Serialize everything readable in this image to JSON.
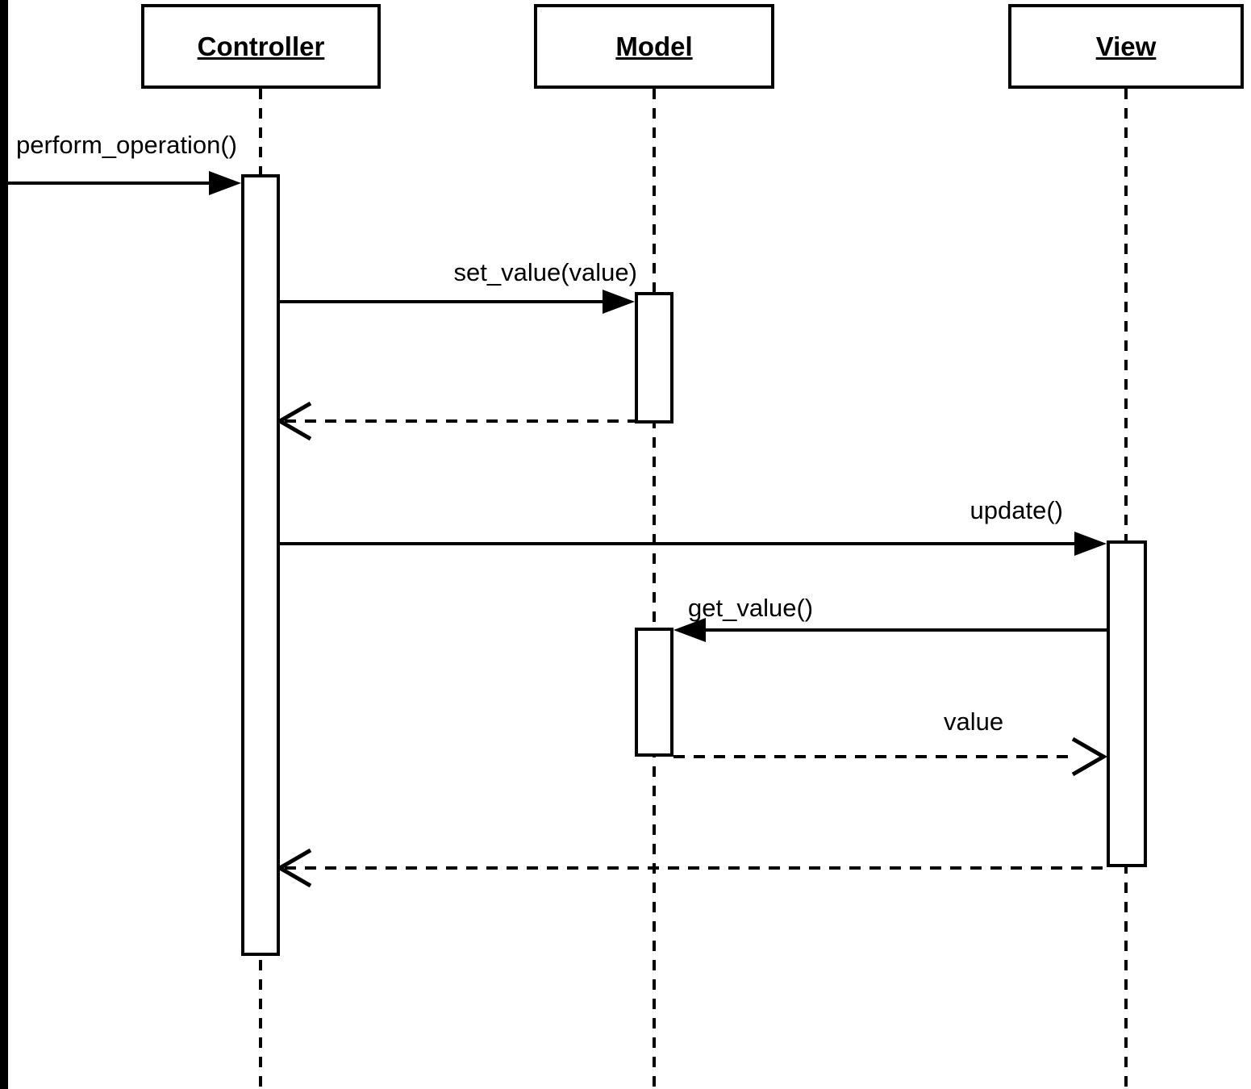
{
  "diagram": {
    "type": "uml-sequence-diagram",
    "background_color": "#ffffff",
    "stroke_color": "#000000",
    "participants": [
      {
        "id": "controller",
        "label": "Controller"
      },
      {
        "id": "model",
        "label": "Model"
      },
      {
        "id": "view",
        "label": "View"
      }
    ],
    "activations": [
      {
        "participant": "controller",
        "note": "spans perform_operation handling"
      },
      {
        "participant": "model",
        "note": "spans set_value(value)"
      },
      {
        "participant": "model",
        "note": "spans get_value()"
      },
      {
        "participant": "view",
        "note": "spans update()"
      }
    ],
    "messages": [
      {
        "label": "perform_operation()",
        "from": "external",
        "to": "controller",
        "kind": "sync"
      },
      {
        "label": "set_value(value)",
        "from": "controller",
        "to": "model",
        "kind": "sync"
      },
      {
        "label": "",
        "from": "model",
        "to": "controller",
        "kind": "return"
      },
      {
        "label": "update()",
        "from": "controller",
        "to": "view",
        "kind": "sync"
      },
      {
        "label": "get_value()",
        "from": "view",
        "to": "model",
        "kind": "sync"
      },
      {
        "label": "value",
        "from": "model",
        "to": "view",
        "kind": "return"
      },
      {
        "label": "",
        "from": "view",
        "to": "controller",
        "kind": "return"
      }
    ]
  }
}
